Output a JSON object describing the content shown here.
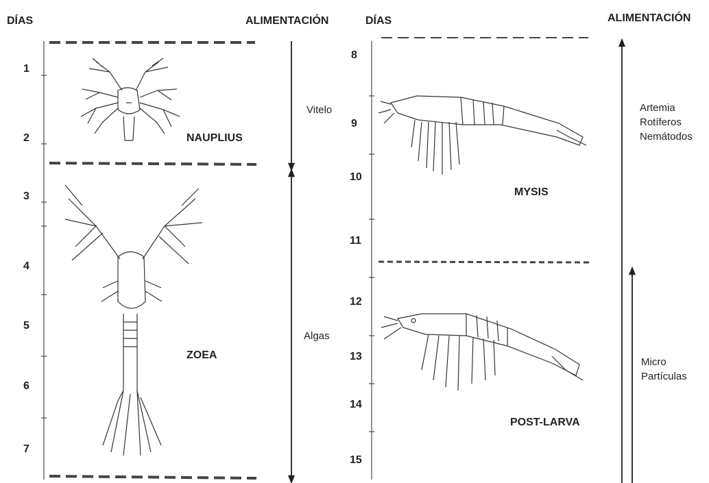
{
  "left": {
    "days_header": "DÍAS",
    "feeding_header": "ALIMENTACIÓN",
    "days": [
      "1",
      "2",
      "3",
      "4",
      "5",
      "6",
      "7"
    ],
    "stages": {
      "nauplius": "NAUPLIUS",
      "zoea": "ZOEA"
    },
    "feeding": {
      "vitelo": "Vitelo",
      "algas": "Algas"
    }
  },
  "right": {
    "days_header": "DÍAS",
    "feeding_header": "ALIMENTACIÓN",
    "days": [
      "8",
      "9",
      "10",
      "11",
      "12",
      "13",
      "14",
      "15"
    ],
    "stages": {
      "mysis": "MYSIS",
      "postlarva": "POST-LARVA"
    },
    "feeding": {
      "artemia": "Artemia\nRotíferos\nNemátodos",
      "micro": "Micro\nPartículas"
    }
  }
}
